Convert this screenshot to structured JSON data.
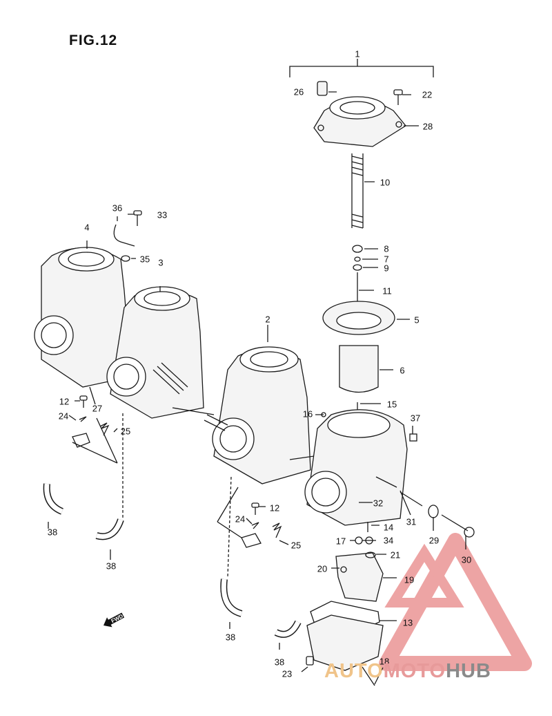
{
  "figure": {
    "title": "FIG.12"
  },
  "direction_marker": {
    "label": "FWD"
  },
  "watermark": {
    "part1": "AUTO",
    "part2": "MOTO",
    "part3": "HUB",
    "colors": {
      "logo_red": "#e05a5a",
      "auto": "#f0c48a",
      "moto": "#e79a9a",
      "hub": "#8a8a8a"
    }
  },
  "callouts": {
    "p1": "1",
    "p2": "2",
    "p3": "3",
    "p4": "4",
    "p5": "5",
    "p6": "6",
    "p7": "7",
    "p8": "8",
    "p9": "9",
    "p10": "10",
    "p11": "11",
    "p12a": "12",
    "p12b": "12",
    "p13": "13",
    "p14": "14",
    "p15": "15",
    "p16": "16",
    "p17": "17",
    "p18": "18",
    "p19": "19",
    "p20": "20",
    "p21": "21",
    "p22": "22",
    "p23": "23",
    "p24a": "24",
    "p24b": "24",
    "p25a": "25",
    "p25b": "25",
    "p26": "26",
    "p27": "27",
    "p28": "28",
    "p29": "29",
    "p30": "30",
    "p31": "31",
    "p32": "32",
    "p33": "33",
    "p34": "34",
    "p35": "35",
    "p36": "36",
    "p37": "37",
    "p38a": "38",
    "p38b": "38",
    "p38c": "38",
    "p38d": "38"
  }
}
